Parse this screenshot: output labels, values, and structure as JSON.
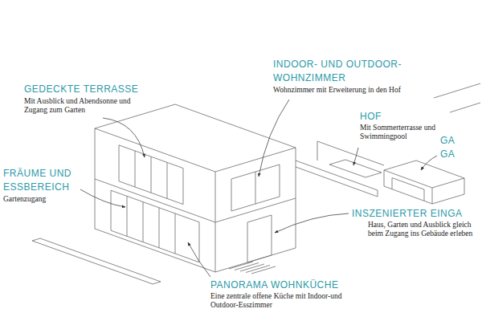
{
  "diagram": {
    "labels": [
      "GEDECKTE TERRASSE",
      "Mit Ausblick und Abendsonne und Zugang zum Garten",
      "INDOOR- UND OUTDOOR- WOHNZIMMER",
      "Wohnzimmer mit Erweiterung in den Hof",
      "HOF",
      "Mit Sommerterrasse und Swimmingpool",
      "FRÄUME UND ESSBEREICH",
      "Gartenzugang",
      "GA GA",
      "INSZENIERTER EINGA",
      "Haus, Garten und Ausblick gleich beim Zugang ins Gebäude erleben",
      "PANORAMA WOHNKÜCHE",
      "Eine zentrale offene Küche mit Indoor-und Outdoor-Esszimmer"
    ]
  }
}
